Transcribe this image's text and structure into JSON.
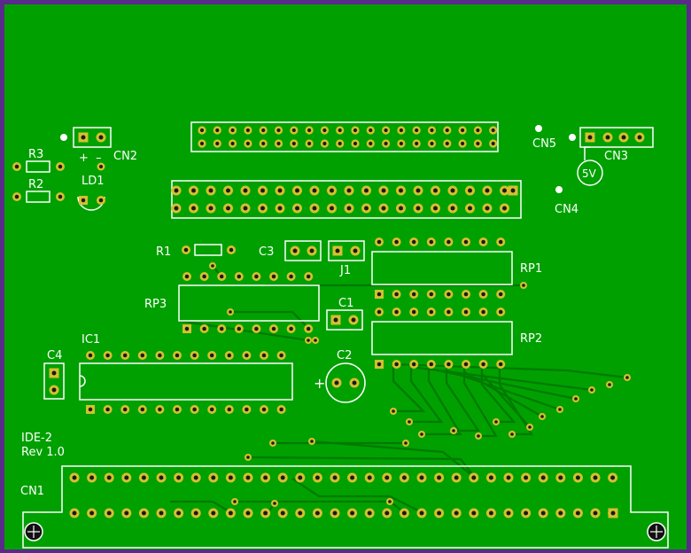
{
  "colors": {
    "border": "#5a2a8a",
    "board": "#00a000",
    "copper": "#008000",
    "silk": "#ffffff",
    "pad": "#d4c030",
    "hole": "#1a1a1a"
  },
  "labels": {
    "r3": "R3",
    "r2": "R2",
    "r1": "R1",
    "ld1": "LD1",
    "cn2": "CN2",
    "cn2_plus": "+",
    "cn2_minus": "–",
    "cn5": "CN5",
    "cn3": "CN3",
    "cn4": "CN4",
    "cn3_5v": "5V",
    "c3": "C3",
    "j1": "J1",
    "c1": "C1",
    "c2": "C2",
    "c2_plus": "+",
    "c4": "C4",
    "rp1": "RP1",
    "rp2": "RP2",
    "rp3": "RP3",
    "ic1": "IC1",
    "cn1": "CN1",
    "board_name": "IDE-2",
    "board_rev": "Rev 1.0"
  },
  "icons": {
    "mounting_hole_left": "mounting-hole-icon",
    "mounting_hole_right": "mounting-hole-icon"
  }
}
